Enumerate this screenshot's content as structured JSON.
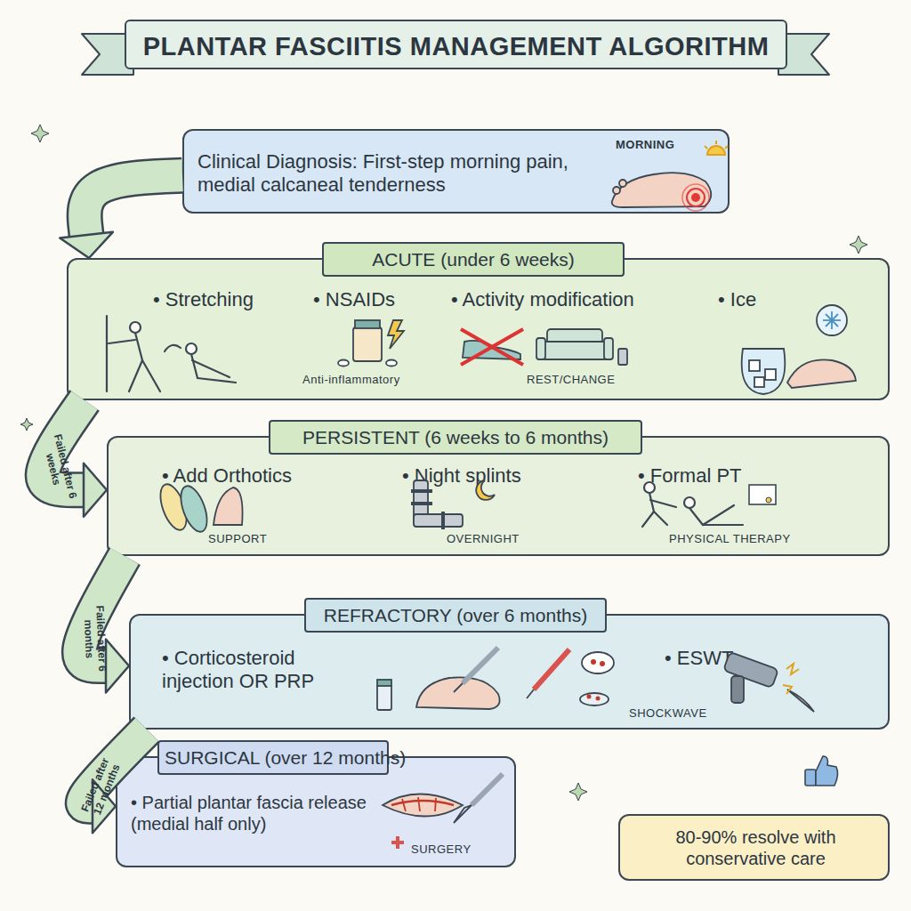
{
  "diagram": {
    "title": "PLANTAR FASCIITIS MANAGEMENT ALGORITHM",
    "nodes": [
      {
        "text": [
          "Clinical Diagnosis: First-step morning pain, medial calcaneal tenderness",
          "MORNING"
        ]
      },
      {
        "text": [
          "ACUTE (under 6 weeks)",
          "• Stretching",
          "• NSAIDs",
          "Anti-inflammatory",
          "• Activity modification",
          "REST/CHANGE",
          "• Ice"
        ]
      },
      {
        "text": [
          "PERSISTENT (6 weeks to 6 months)",
          "• Add Orthotics",
          "SUPPORT",
          "• Night splints",
          "OVERNIGHT",
          "• Formal PT",
          "PHYSICAL THERAPY"
        ]
      },
      {
        "text": [
          "REFRACTORY (over 6 months)",
          "• Corticosteroid injection OR PRP",
          "• ESWT",
          "SHOCKWAVE"
        ]
      },
      {
        "text": [
          "SURGICAL (over 12 months)",
          "• Partial plantar fascia release (medial half only)",
          "SURGERY"
        ]
      },
      {
        "text": [
          "80-90% resolve with conservative care"
        ]
      }
    ],
    "edges": [
      {
        "from": 0,
        "to": 1,
        "arrow": "to"
      },
      {
        "from": 1,
        "to": 2,
        "label": "Failed after 6 weeks",
        "arrow": "to"
      },
      {
        "from": 2,
        "to": 3,
        "label": "Failed after 6 months",
        "arrow": "to"
      },
      {
        "from": 3,
        "to": 4,
        "label": "Failed after 12 months",
        "arrow": "to"
      }
    ]
  }
}
